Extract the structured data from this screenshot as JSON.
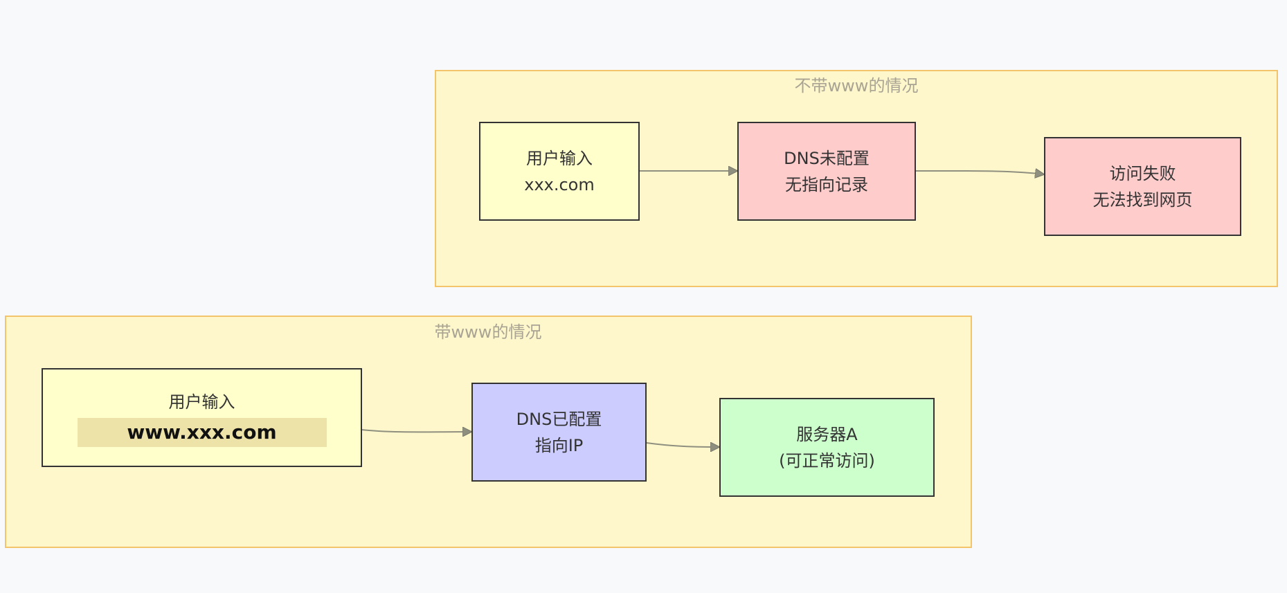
{
  "clusters": {
    "top": {
      "title": "不带www的情况"
    },
    "bottom": {
      "title": "带www的情况"
    }
  },
  "nodes": {
    "top_input": {
      "line1": "用户输入",
      "line2": "xxx.com"
    },
    "top_dns": {
      "line1": "DNS未配置",
      "line2": "无指向记录"
    },
    "top_fail": {
      "line1": "访问失败",
      "line2": "无法找到网页"
    },
    "bottom_input": {
      "line1": "用户输入",
      "line2": "www.xxx.com"
    },
    "bottom_dns": {
      "line1": "DNS已配置",
      "line2": "指向IP"
    },
    "bottom_server": {
      "line1": "服务器A",
      "line2": "(可正常访问)"
    }
  },
  "colors": {
    "cluster_fill": "#fff7cc",
    "cluster_border": "#f4c46a",
    "input_fill": "#ffffcc",
    "fail_fill": "#ffcccc",
    "dns_ok_fill": "#ccccff",
    "server_fill": "#ccffcc",
    "edge": "#8f8f7f"
  }
}
